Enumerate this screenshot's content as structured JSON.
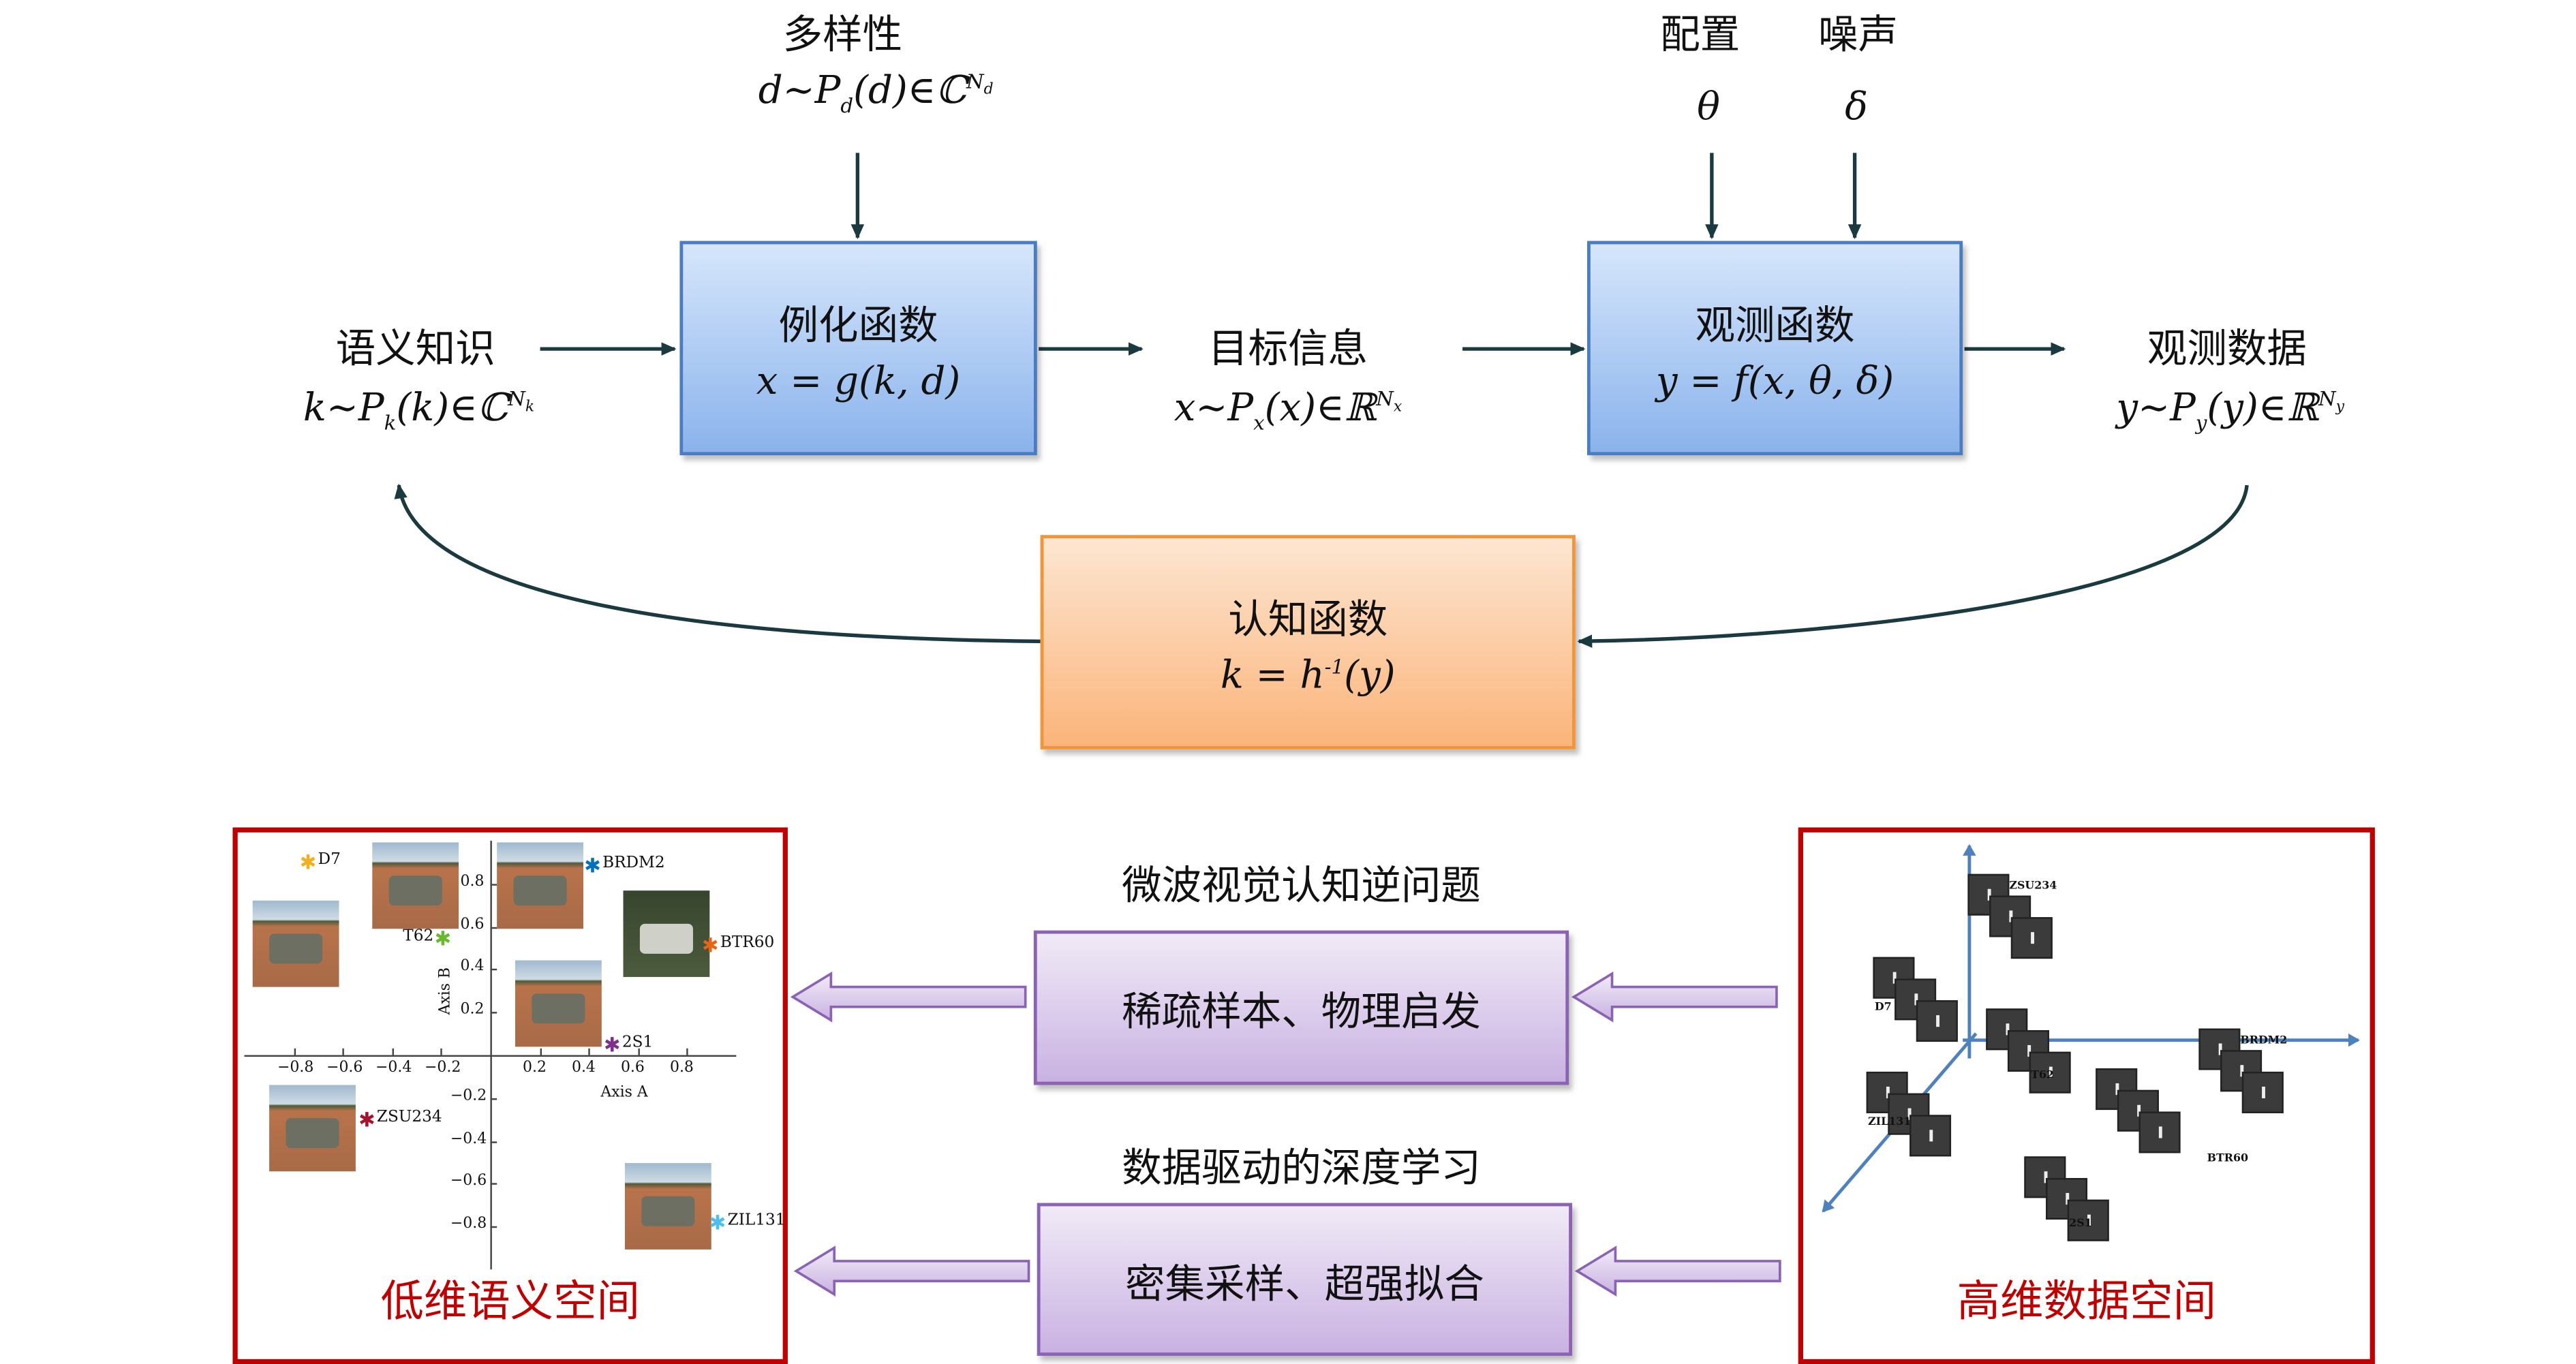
{
  "top": {
    "diversity": {
      "label": "多样性",
      "formula": {
        "a": "d∼P",
        "sub": "d",
        "b": "(d)∈ℂ",
        "sup": "N",
        "supsub": "d"
      }
    },
    "config": {
      "label": "配置",
      "symbol": "θ"
    },
    "noise": {
      "label": "噪声",
      "symbol": "δ"
    }
  },
  "nodes": {
    "semantic": {
      "label": "语义知识",
      "formula": {
        "a": "k∼P",
        "sub": "k",
        "b": "(k)∈ℂ",
        "sup": "N",
        "supsub": "k"
      }
    },
    "target": {
      "label": "目标信息",
      "formula": {
        "a": "x∼P",
        "sub": "x",
        "b": "(x)∈ℝ",
        "sup": "N",
        "supsub": "x"
      }
    },
    "observed": {
      "label": "观测数据",
      "formula": {
        "a": "y∼P",
        "sub": "y",
        "b": "(y)∈ℝ",
        "sup": "N",
        "supsub": "y"
      }
    }
  },
  "functions": {
    "instantiate": {
      "label": "例化函数",
      "formula": "x = g(k, d)"
    },
    "observe": {
      "label": "观测函数",
      "formula": "y = f(x, θ, δ)"
    },
    "cognition": {
      "label": "认知函数",
      "formula_a": "k = h",
      "formula_sup": "-1",
      "formula_b": "(y)"
    }
  },
  "middle": {
    "inverse_problem": "微波视觉认知逆问题",
    "approach1": "稀疏样本、物理启发",
    "deep_learning": "数据驱动的深度学习",
    "approach2": "密集采样、超强拟合"
  },
  "low_dim": {
    "title": "低维语义空间",
    "chart_data": {
      "type": "scatter",
      "xlabel": "Axis A",
      "ylabel": "Axis B",
      "xlim": [
        -1,
        1
      ],
      "ylim": [
        -1,
        1
      ],
      "xticks": [
        "-0.8",
        "-0.6",
        "-0.4",
        "-0.2",
        "0.2",
        "0.4",
        "0.6",
        "0.8"
      ],
      "yticks": [
        "0.8",
        "0.6",
        "0.4",
        "0.2",
        "-0.2",
        "-0.4",
        "-0.6",
        "-0.8"
      ],
      "grid": false,
      "points": [
        {
          "name": "D7",
          "x": -0.75,
          "y": 0.9,
          "color": "#f0b020"
        },
        {
          "name": "T62",
          "x": -0.2,
          "y": 0.54,
          "color": "#6ab82e"
        },
        {
          "name": "BRDM2",
          "x": 0.41,
          "y": 0.88,
          "color": "#0072bd"
        },
        {
          "name": "BTR60",
          "x": 0.89,
          "y": 0.51,
          "color": "#e5641a"
        },
        {
          "name": "2S1",
          "x": 0.49,
          "y": 0.05,
          "color": "#7e2f8e"
        },
        {
          "name": "ZSU234",
          "x": -0.51,
          "y": -0.3,
          "color": "#a2142f"
        },
        {
          "name": "ZIL131",
          "x": 0.92,
          "y": -0.78,
          "color": "#4dbeee"
        }
      ]
    }
  },
  "high_dim": {
    "title": "高维数据空间",
    "clusters": [
      "ZSU234",
      "D7",
      "T62",
      "ZIL131",
      "BTR60",
      "BRDM2",
      "2S1"
    ]
  },
  "colors": {
    "blue_box": "#8ab3ec",
    "orange_box": "#fbb47a",
    "purple_box": "#c9b2e2",
    "red_frame": "#c00000",
    "arrow": "#1a3a40",
    "axis3d": "#4f81bd"
  }
}
